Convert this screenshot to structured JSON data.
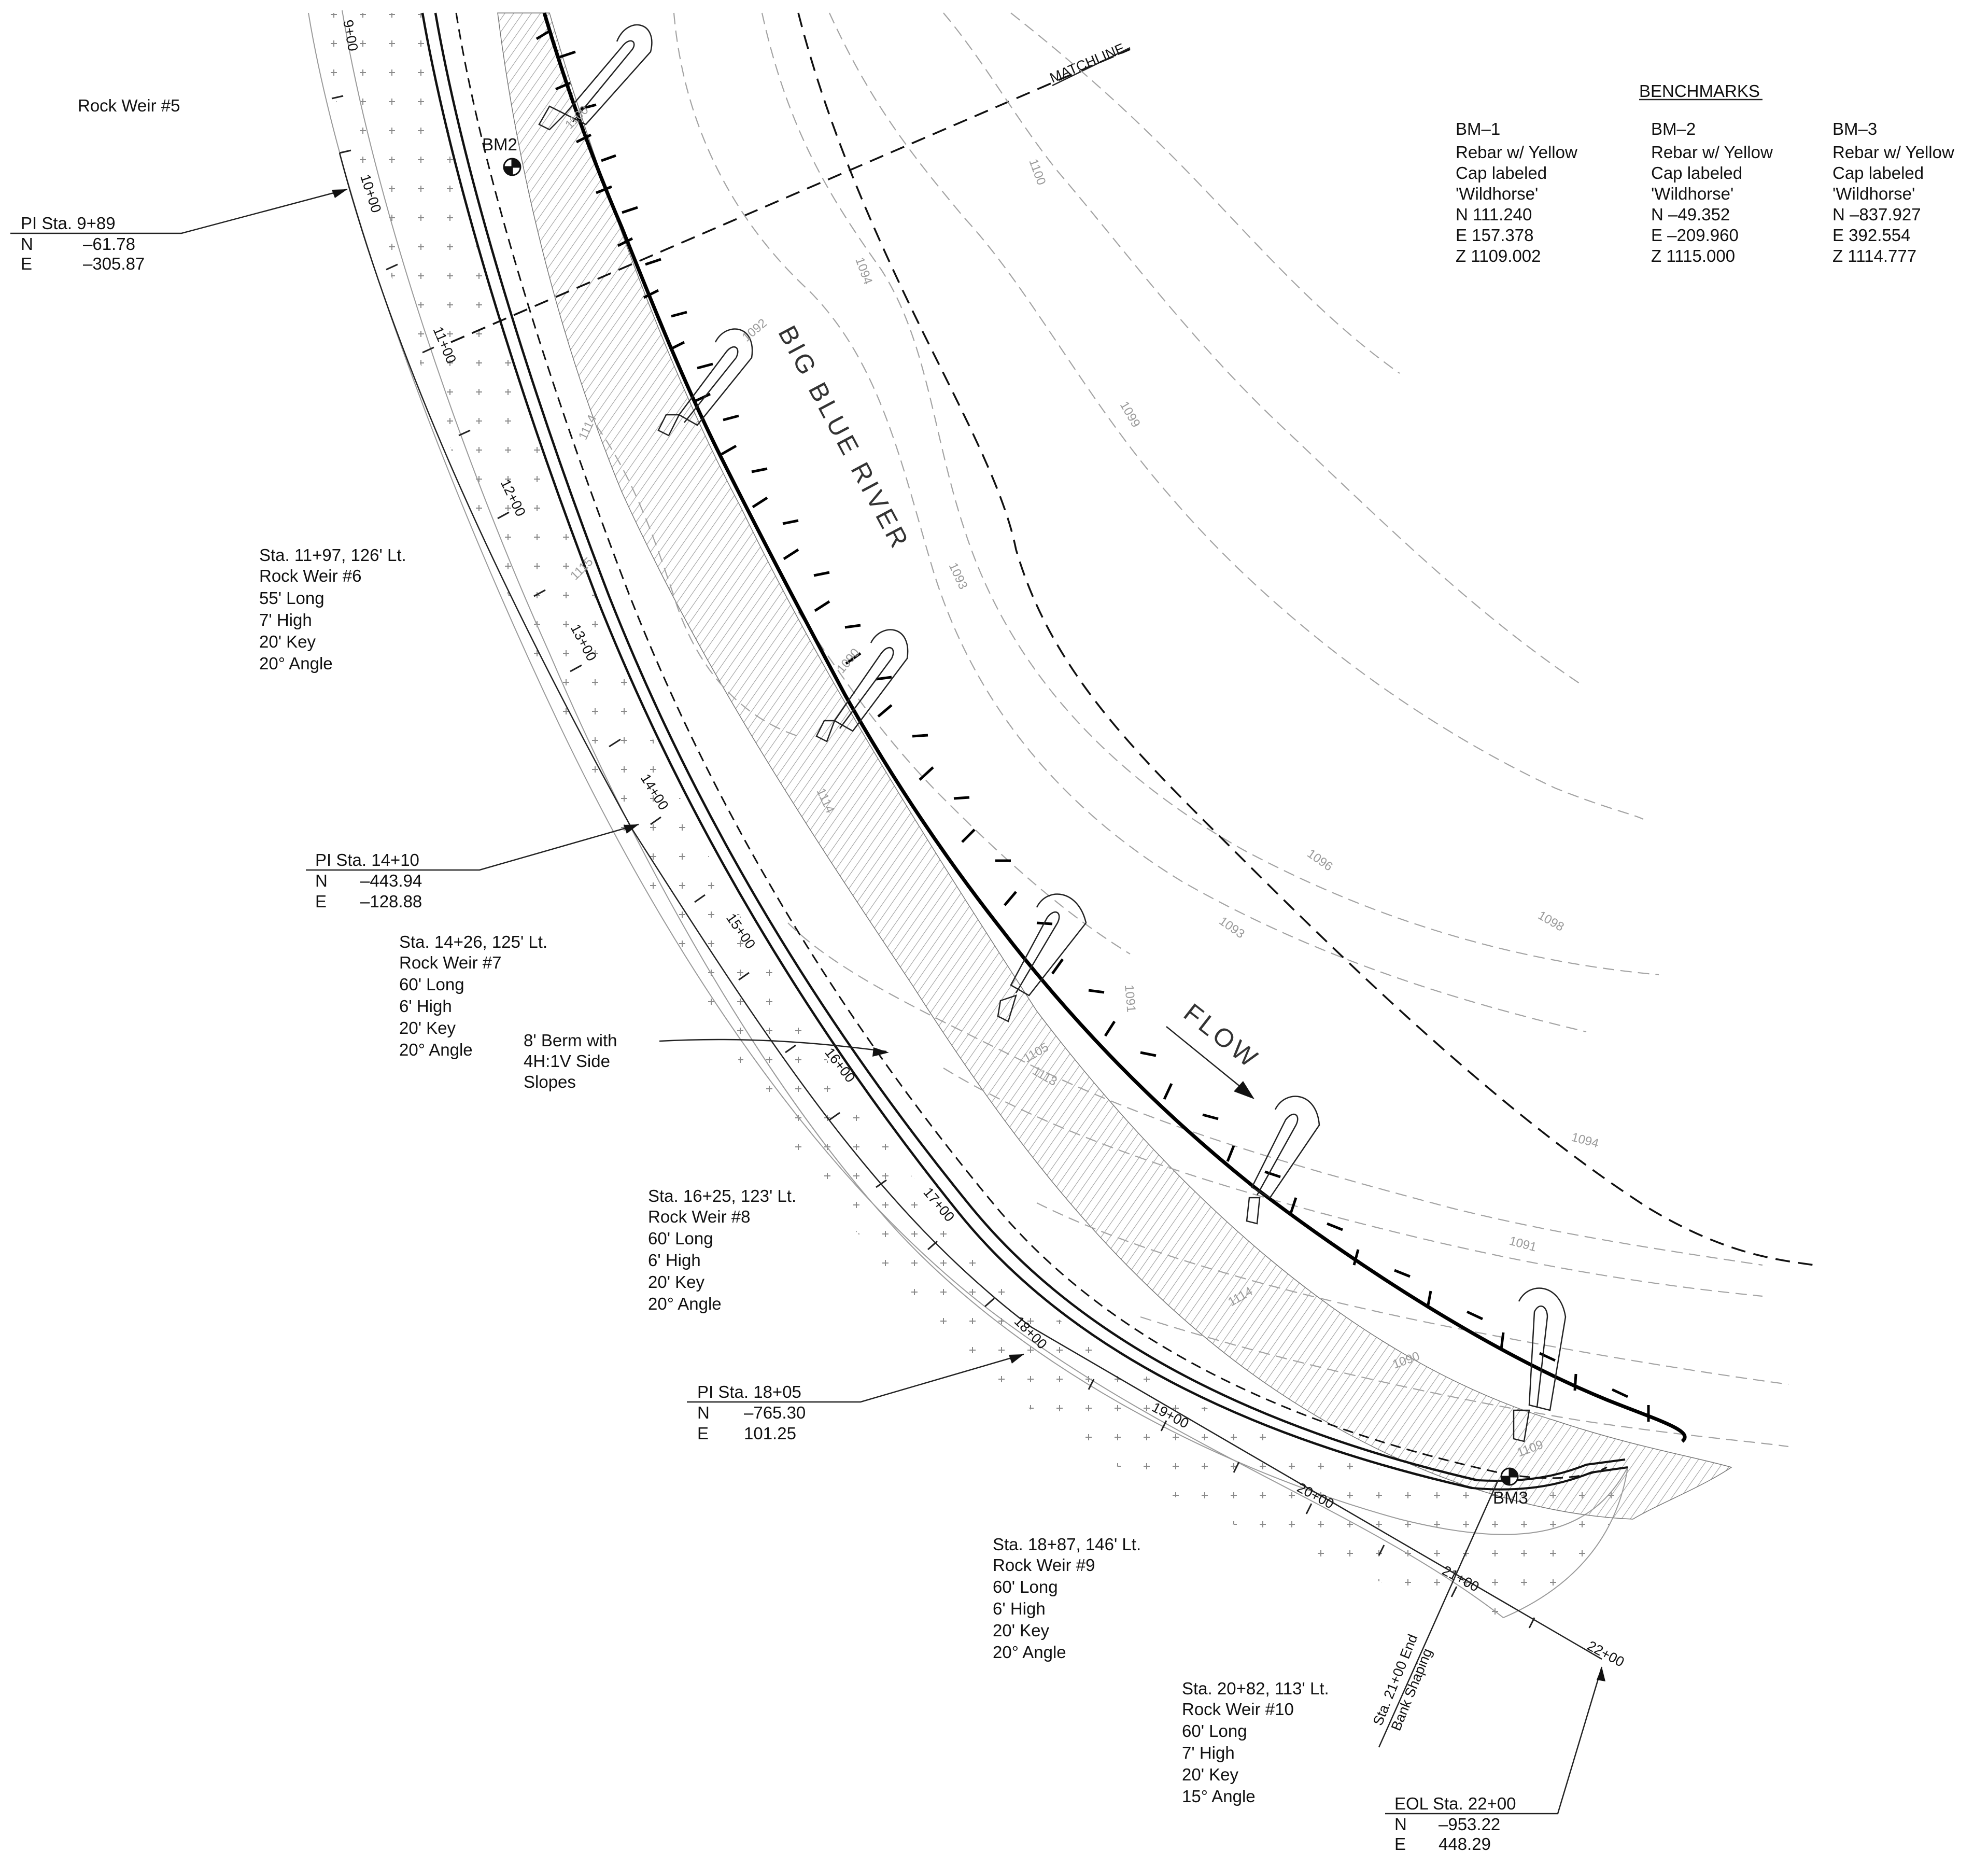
{
  "title": "Rock Weir #5",
  "river_label": "BIG BLUE RIVER",
  "flow_label": "FLOW",
  "matchline_label": "MATCHLINE",
  "benchmark_markers": [
    "BM2",
    "BM3"
  ],
  "benchmarks": {
    "heading": "BENCHMARKS",
    "items": [
      {
        "id": "BM–1",
        "desc1": "Rebar w/ Yellow",
        "desc2": "Cap labeled",
        "desc3": "'Wildhorse'",
        "n": "N  111.240",
        "e": "E  157.378",
        "z": "Z  1109.002"
      },
      {
        "id": "BM–2",
        "desc1": "Rebar w/ Yellow",
        "desc2": "Cap labeled",
        "desc3": "'Wildhorse'",
        "n": "N  –49.352",
        "e": "E  –209.960",
        "z": "Z  1115.000"
      },
      {
        "id": "BM–3",
        "desc1": "Rebar w/ Yellow",
        "desc2": "Cap labeled",
        "desc3": "'Wildhorse'",
        "n": "N  –837.927",
        "e": "E  392.554",
        "z": "Z  1114.777"
      }
    ]
  },
  "pi_points": [
    {
      "title": "PI  Sta.  9+89",
      "n_label": "N",
      "n": "–61.78",
      "e_label": "E",
      "e": "–305.87"
    },
    {
      "title": "PI  Sta.  14+10",
      "n_label": "N",
      "n": "–443.94",
      "e_label": "E",
      "e": "–128.88"
    },
    {
      "title": "PI  Sta.  18+05",
      "n_label": "N",
      "n": "–765.30",
      "e_label": "E",
      "e": "101.25"
    },
    {
      "title": "EOL  Sta.  22+00",
      "n_label": "N",
      "n": "–953.22",
      "e_label": "E",
      "e": "448.29"
    }
  ],
  "weirs": [
    {
      "lines": [
        "Sta.  11+97,  126'  Lt.",
        "Rock  Weir  #6",
        "55'  Long",
        "7'  High",
        "20'  Key",
        "20°  Angle"
      ]
    },
    {
      "lines": [
        "Sta.  14+26,  125'  Lt.",
        "Rock  Weir  #7",
        "60'  Long",
        "6'  High",
        "20'  Key",
        "20°  Angle"
      ]
    },
    {
      "lines": [
        "Sta.  16+25,  123'  Lt.",
        "Rock  Weir  #8",
        "60'  Long",
        "6'  High",
        "20'  Key",
        "20°  Angle"
      ]
    },
    {
      "lines": [
        "Sta.  18+87,  146'  Lt.",
        "Rock  Weir  #9",
        "60'  Long",
        "6'  High",
        "20'  Key",
        "20°  Angle"
      ]
    },
    {
      "lines": [
        "Sta.  20+82,  113'  Lt.",
        "Rock  Weir  #10",
        "60'  Long",
        "7'  High",
        "20'  Key",
        "15°  Angle"
      ]
    }
  ],
  "berm_note": [
    "8'  Berm  with",
    "4H:1V  Side",
    "Slopes"
  ],
  "end_note": [
    "Sta.  21+00  End",
    "Bank  Shaping"
  ],
  "stations": [
    "9+00",
    "10+00",
    "11+00",
    "12+00",
    "13+00",
    "14+00",
    "15+00",
    "16+00",
    "17+00",
    "18+00",
    "19+00",
    "20+00",
    "21+00",
    "22+00"
  ],
  "contours": [
    "1114",
    "1115",
    "1114",
    "1114",
    "1113",
    "1100",
    "1099",
    "1094",
    "1093",
    "1096",
    "1093",
    "1098",
    "1091",
    "1094",
    "1091",
    "1092",
    "1100",
    "1109",
    "1090",
    "1105",
    "1090"
  ]
}
